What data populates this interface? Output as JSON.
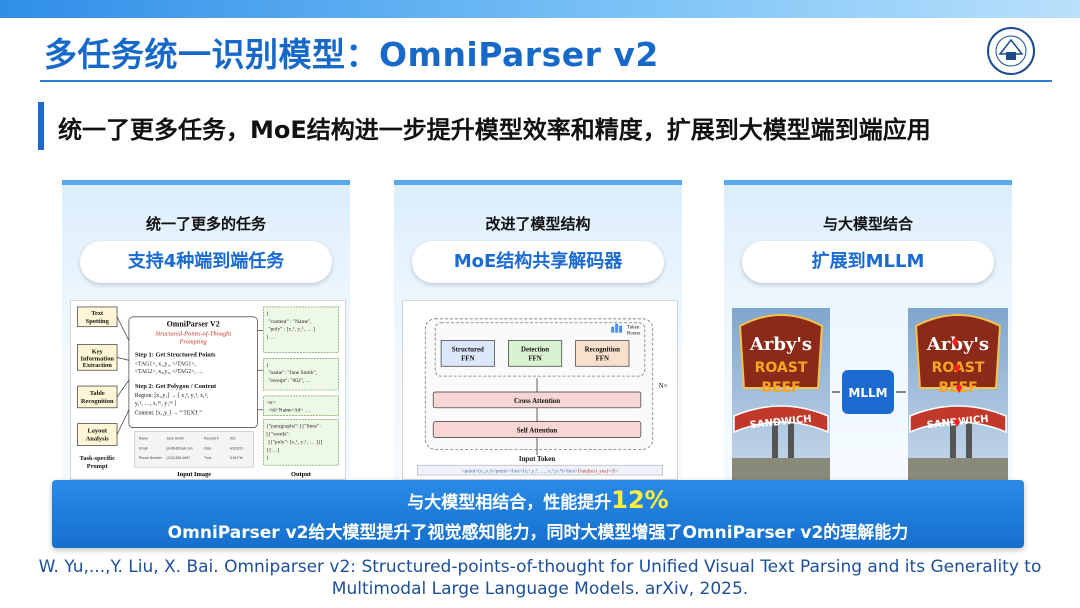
{
  "slide": {
    "title": "多任务统一识别模型：OmniParser v2",
    "subtitle": "统一了更多任务，MoE结构进一步提升模型效率和精度，扩展到大模型端到端应用"
  },
  "colors": {
    "accent": "#1769c9",
    "band": "#1a6ad2",
    "highlight": "#ffef3a"
  },
  "panels": [
    {
      "heading": "统一了更多的任务",
      "pill": "支持4种端到端任务",
      "figure": {
        "tasks": [
          "Text Spotting",
          "Key Information Extraction",
          "Table Recognition",
          "Layout Analysis"
        ],
        "task_caption": "Task-specific Prompt",
        "center_title": "OmniParser V2",
        "center_subtitle": "Structured-Points-of-Thought Prompting",
        "step1": "Step 1: Get Structured Points",
        "step1_body": "<TAG1>, x₁,y₁, </TAG1>, <TAG2>, x₂,y₂, </TAG2>, …",
        "step2": "Step 2: Get Polygon / Content",
        "step2_body": "Region: [x₁,y₁] → [ x₁¹, y₁¹, x₁², y₁², …, x₁¹⁶, y₁¹⁶ ]",
        "step2_content": "Content: [x₁,y₁] → “ TEXT ”",
        "input_caption": "Input Image",
        "output_caption": "Output",
        "outputs": [
          "{ \"content\" : \"Name\", \"poly\" : [x₁¹, y₁¹, … ] } …",
          "{ \"name\": \"Jane Smith\", \"receipt\": \"002\", … }",
          "<tr> <td>Name</td> …",
          "{\"paragraphs\": [{\"lines\" : [{\"words\": [{\"poly\": [x₁¹, y₁¹, … ]}]}] …}"
        ]
      }
    },
    {
      "heading": "改进了模型结构",
      "pill": "MoE结构共享解码器",
      "figure": {
        "router": "Token Router",
        "ffn": [
          "Structured FFN",
          "Detection FFN",
          "Recognition FFN"
        ],
        "cross": "Cross Attention",
        "self": "Self Attention",
        "nx": "N×",
        "input": "Input Token",
        "token_seq": "<point>(x₁,y₁)</point><box>(x₁¹,y₁¹, …, x₁⁴,y₁⁴)</box>Date[text_eos]</S>"
      }
    },
    {
      "heading": "与大模型结合",
      "pill": "扩展到MLLM",
      "figure": {
        "mllm_label": "MLLM",
        "sign_lines": [
          "Arby's",
          "ROAST",
          "BEEF",
          "SANDWICH"
        ]
      }
    }
  ],
  "result": {
    "line1_prefix": "与大模型相结合，性能提升",
    "line1_pct": "12%",
    "line2": "OmniParser v2给大模型提升了视觉感知能力，同时大模型增强了OmniParser v2的理解能力"
  },
  "citation": {
    "line1": "W. Yu,...,Y. Liu, X. Bai. Omniparser v2: Structured-points-of-thought for Unified Visual Text Parsing and its Generality to",
    "line2": "Multimodal Large Language Models. arXiv, 2025."
  }
}
